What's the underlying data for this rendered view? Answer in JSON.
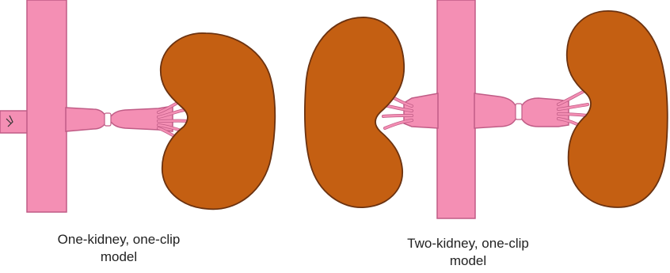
{
  "colors": {
    "vessel": "#f48fb4",
    "vessel_outline": "#c05c86",
    "kidney": "#c45f12",
    "kidney_outline": "#6b3210",
    "text": "#222222",
    "background": "#ffffff"
  },
  "panels": [
    {
      "caption_line1": "One-kidney, one-clip",
      "caption_line2": "model"
    },
    {
      "caption_line1": "Two-kidney, one-clip",
      "caption_line2": "model"
    }
  ]
}
